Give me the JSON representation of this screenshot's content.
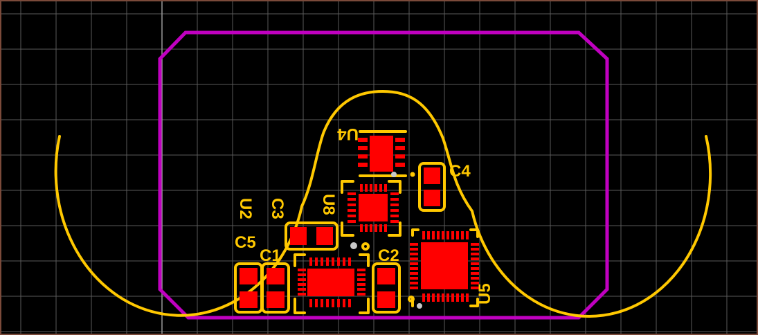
{
  "colors": {
    "background": "#000000",
    "grid": "#5a5a5a",
    "board_edge": "#C000C0",
    "silkscreen": "#FFC800",
    "copper_pad": "#FF0000",
    "via": "#C8C8C8"
  },
  "designators": {
    "u4": "U4",
    "c4": "C4",
    "u8": "U8",
    "c3": "C3",
    "u2": "U2",
    "c5": "C5",
    "c1": "C1",
    "c2": "C2",
    "u5": "U5"
  }
}
